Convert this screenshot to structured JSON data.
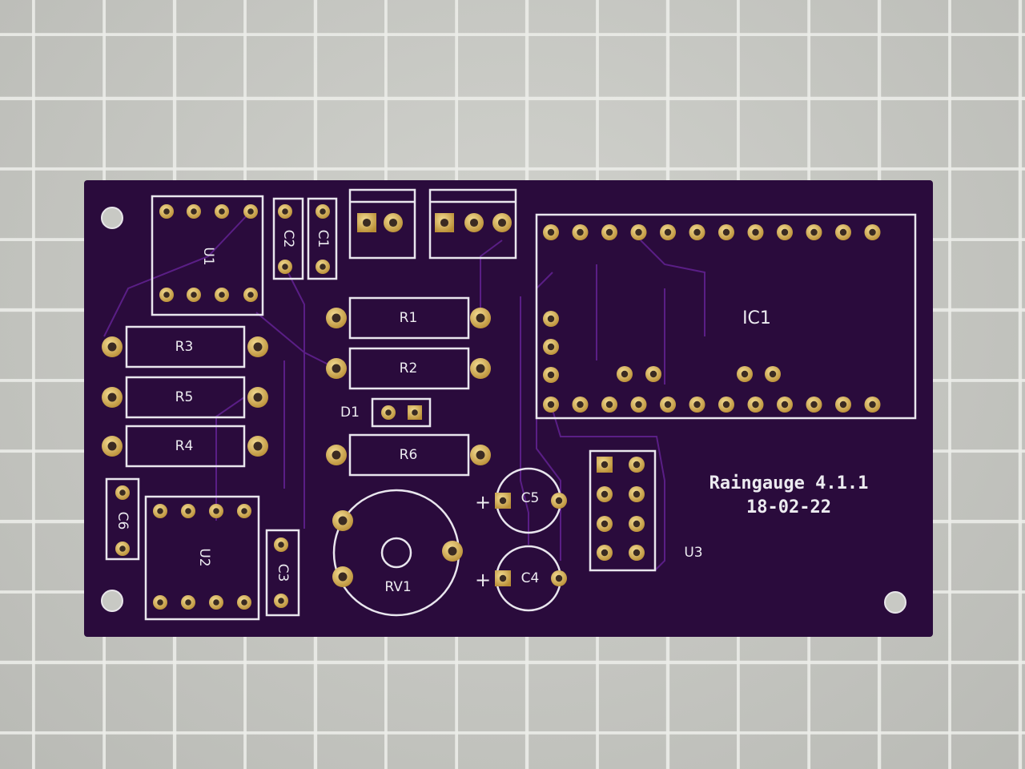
{
  "board": {
    "title": "Raingauge 4.1.1",
    "date": "18-02-22",
    "colors": {
      "soldermask": "#2a0b3c",
      "pad": "#d9b45a",
      "silkscreen": "#e9e6ee"
    }
  },
  "components": {
    "u1": "U1",
    "c2": "C2",
    "c1": "C1",
    "r1": "R1",
    "r2": "R2",
    "r3": "R3",
    "r5": "R5",
    "r4": "R4",
    "d1": "D1",
    "r6": "R6",
    "c6": "C6",
    "u2": "U2",
    "c3": "C3",
    "rv1": "RV1",
    "c5": "C5",
    "c4": "C4",
    "ic1": "IC1",
    "u3": "U3",
    "plus": "+"
  }
}
